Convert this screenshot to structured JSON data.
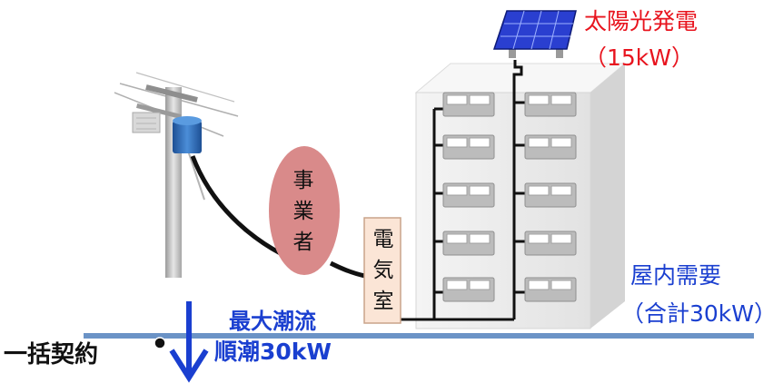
{
  "labels": {
    "solar": {
      "title": "太陽光発電",
      "capacity": "（15kW）"
    },
    "demand": {
      "title": "屋内需要",
      "capacity": "（合計30kW）"
    },
    "provider": [
      "事",
      "業",
      "者"
    ],
    "electric_room": [
      "電",
      "気",
      "室"
    ],
    "flow": {
      "title": "最大潮流",
      "value": "順潮30kW"
    },
    "contract": "一括契約"
  },
  "colors": {
    "red_text": "#e8141e",
    "blue_text": "#1a3fd0",
    "grid_line": "#6b93c6",
    "provider_fill": "#d98a8a",
    "room_fill": "#fbe5d6",
    "room_border": "#c9a48a",
    "solar_panel": "#2a3fd0",
    "pole_transformer": "#2f6fc0"
  },
  "icons": {
    "utility_pole": "utility-pole-icon",
    "transformer": "transformer-icon",
    "solar_panel": "solar-panel-icon",
    "building": "building-icon",
    "air_conditioner_unit": "air-conditioner-icon",
    "meter_point": "meter-dot-icon",
    "flow_arrow": "down-arrow-icon"
  }
}
